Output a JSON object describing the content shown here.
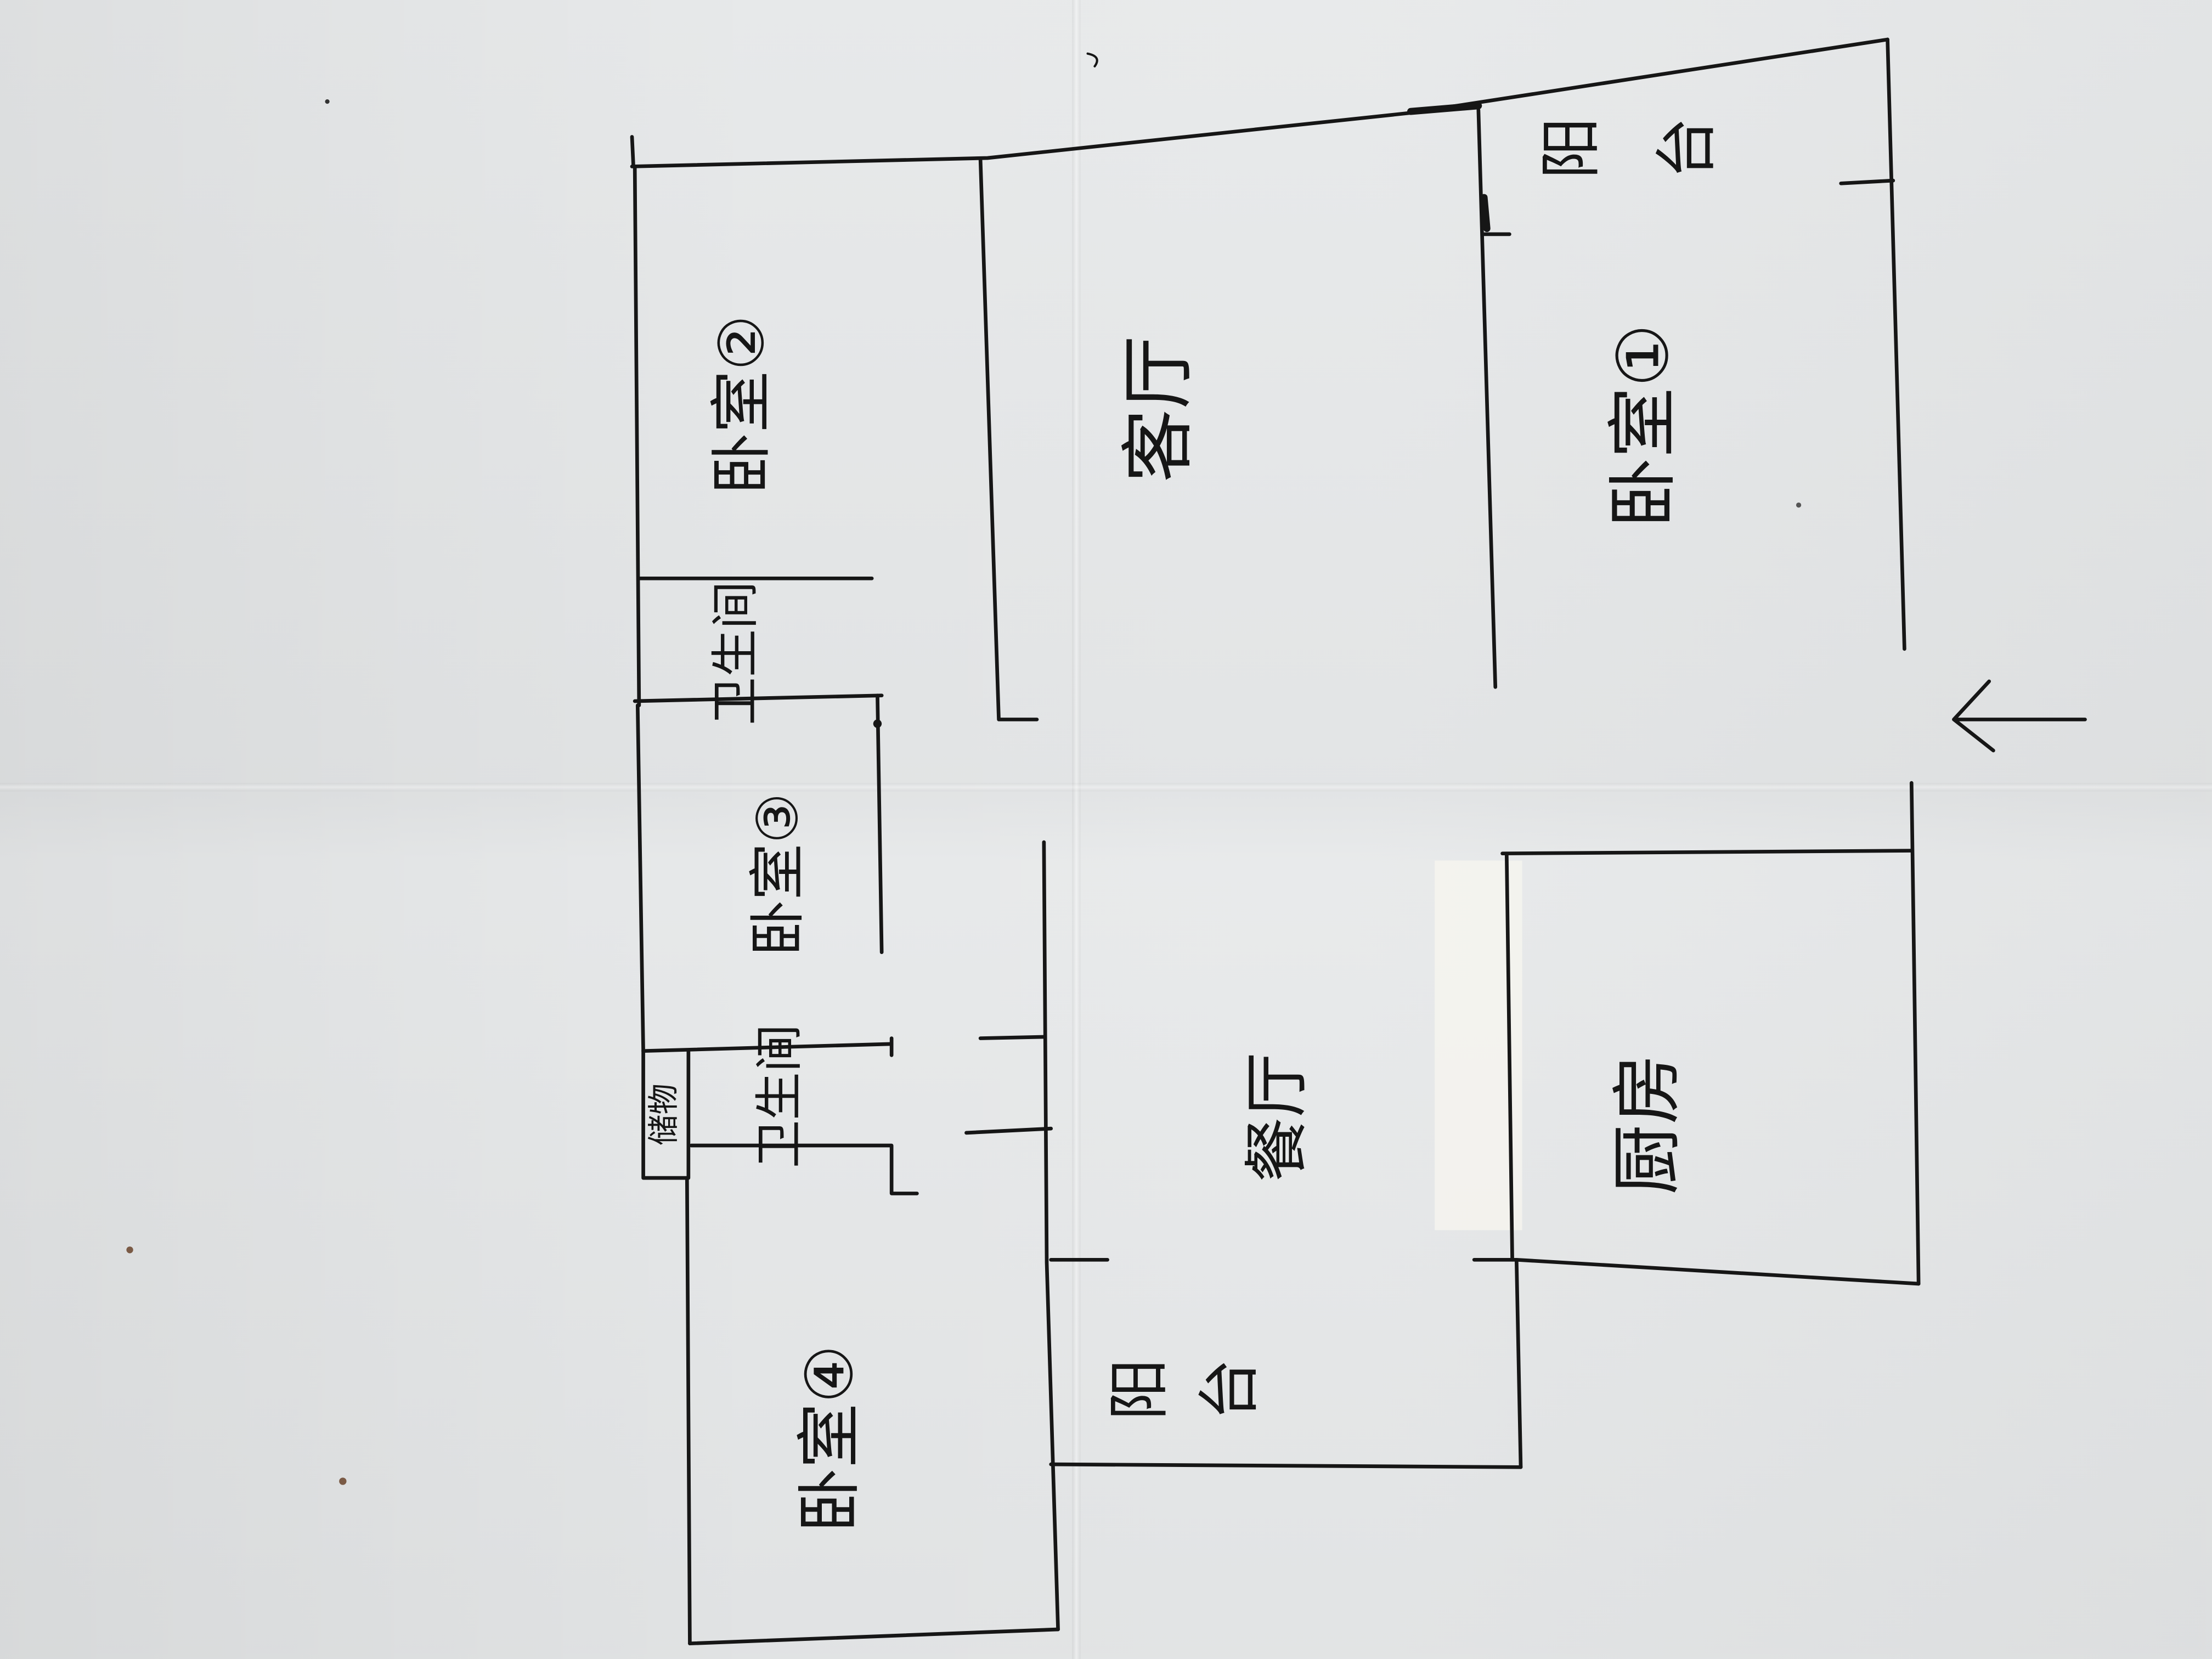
{
  "floor_plan": {
    "rooms": {
      "bedroom_2": "卧室②",
      "bathroom_1": "卫生间",
      "bedroom_3": "卧室③",
      "bathroom_2": "卫生间",
      "storage": "储物",
      "living_room": "客厅",
      "balcony_1": "阳台",
      "bedroom_1": "卧室①",
      "dining_room": "餐厅",
      "kitchen": "厨房",
      "balcony_2": "阳台",
      "bedroom_4": "卧室④"
    },
    "entrance_icon": "arrow-left-icon"
  },
  "colors": {
    "paper": "#e6e8e9",
    "ink": "#161616",
    "tape": "#f4f3ee"
  }
}
